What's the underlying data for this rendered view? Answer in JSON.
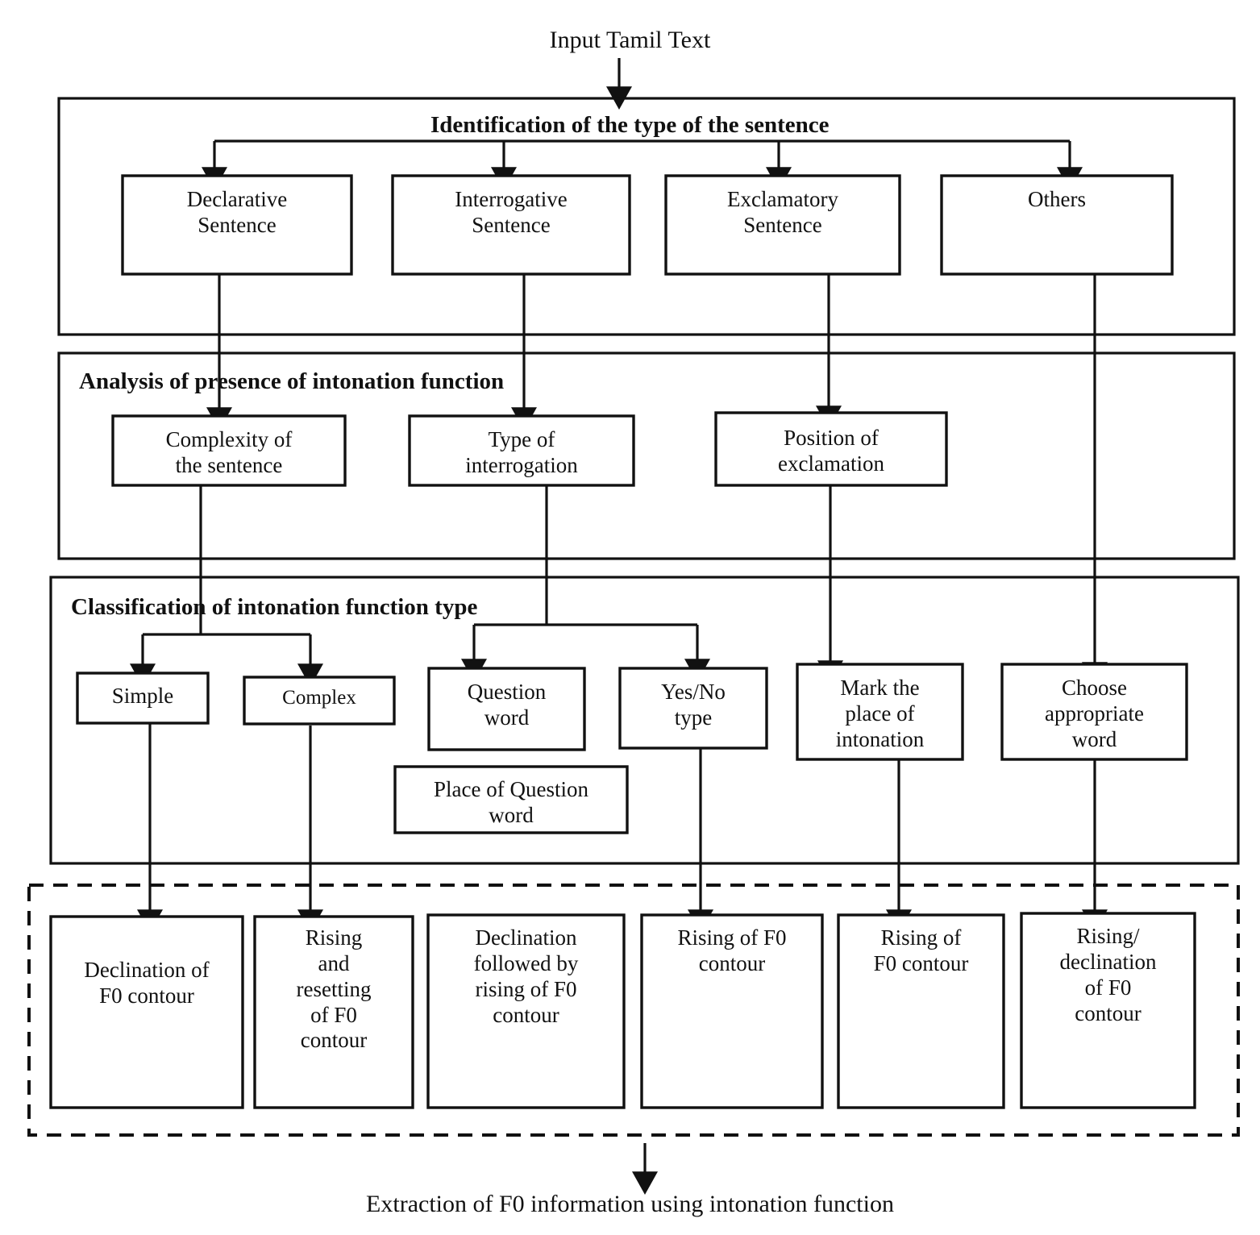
{
  "diagram": {
    "top_label": "Input Tamil Text",
    "bottom_label": "Extraction of F0 information using intonation function",
    "sections": [
      {
        "id": "identification",
        "title": "Identification of the type of the sentence"
      },
      {
        "id": "analysis",
        "title": "Analysis of  presence of intonation function"
      },
      {
        "id": "classification",
        "title": "Classification of intonation function type"
      },
      {
        "id": "output",
        "title": ""
      }
    ],
    "boxes": {
      "declarative": "Declarative\nSentence",
      "interrogative": "Interrogative\nSentence",
      "exclamatory": "Exclamatory\nSentence",
      "others": "Others",
      "complexity": "Complexity of\nthe sentence",
      "type_of_interrogation": "Type of\ninterrogation",
      "position_of_exclamation": "Position of\nexclamation",
      "simple": "Simple",
      "complex": "Complex",
      "question_word": "Question\nword",
      "yes_no_type": "Yes/No\ntype",
      "mark_place": "Mark the\nplace of\nintonation",
      "choose_word": "Choose\nappropriate\nword",
      "place_of_question_word": "Place of Question\nword",
      "out_declination": "Declination of\nF0 contour",
      "out_rising_resetting": "Rising\nand\nresetting\nof F0\ncontour",
      "out_declination_rising": "Declination\nfollowed by\nrising of F0\ncontour",
      "out_rising_f0_1": "Rising of F0\ncontour",
      "out_rising_f0_2": "Rising of\nF0 contour",
      "out_rising_declination": "Rising/\ndeclination\nof F0\ncontour"
    },
    "colors": {
      "stroke": "#111111",
      "background": "#ffffff",
      "text": "#111111"
    }
  }
}
